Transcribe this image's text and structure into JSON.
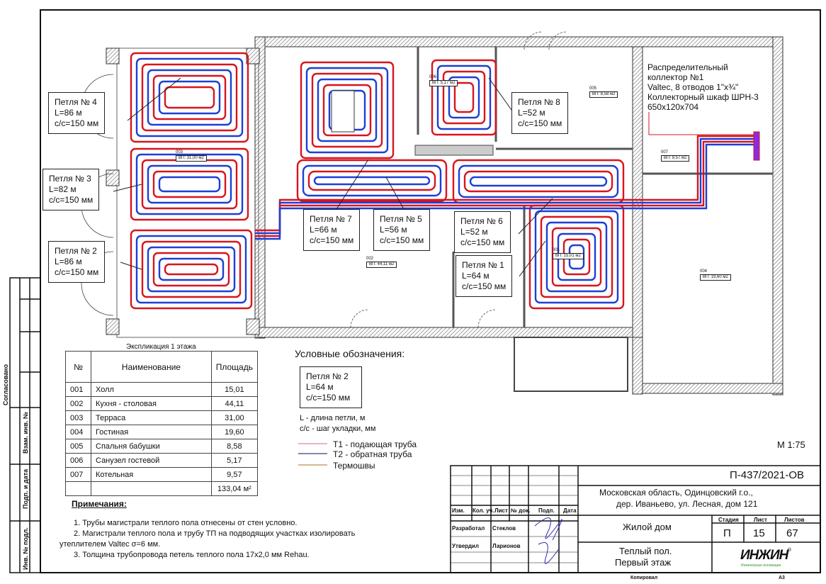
{
  "colors": {
    "supply": "#d8141e",
    "return": "#1c3fd6",
    "wall": "#555555",
    "frame": "#111111"
  },
  "loops": [
    {
      "id": "loop-4",
      "title": "Петля № 4",
      "length": "L=86 м",
      "step": "с/с=150 мм"
    },
    {
      "id": "loop-3",
      "title": "Петля № 3",
      "length": "L=82 м",
      "step": "с/с=150 мм"
    },
    {
      "id": "loop-2",
      "title": "Петля № 2",
      "length": "L=86 м",
      "step": "с/с=150 мм"
    },
    {
      "id": "loop-7",
      "title": "Петля № 7",
      "length": "L=66 м",
      "step": "с/с=150 мм"
    },
    {
      "id": "loop-5",
      "title": "Петля № 5",
      "length": "L=56 м",
      "step": "с/с=150 мм"
    },
    {
      "id": "loop-8",
      "title": "Петля № 8",
      "length": "L=52 м",
      "step": "с/с=150 мм"
    },
    {
      "id": "loop-6",
      "title": "Петля № 6",
      "length": "L=52 м",
      "step": "с/с=150 мм"
    },
    {
      "id": "loop-1",
      "title": "Петля № 1",
      "length": "L=64 м",
      "step": "с/с=150 мм"
    }
  ],
  "room_tags": [
    {
      "num": "003",
      "area": "ВП: 31,00 м2"
    },
    {
      "num": "006",
      "area": "ВП: 5,17 м2"
    },
    {
      "num": "005",
      "area": "ВП: 8,58 м2"
    },
    {
      "num": "007",
      "area": "ВП: 9,57 м2"
    },
    {
      "num": "002",
      "area": "ВП: 44,11 м2"
    },
    {
      "num": "001",
      "area": "ВП: 15,01 м2"
    },
    {
      "num": "004",
      "area": "ВП: 19,60 м2"
    }
  ],
  "collector": {
    "lines": [
      "Распределительный",
      "коллектор №1",
      "Valtec, 8 отводов 1\"х¾\"",
      "Коллекторный шкаф ШРН-3",
      "650х120х704"
    ]
  },
  "explication": {
    "title": "Экспликация 1 этажа",
    "headers": [
      "№",
      "Наименование",
      "Площадь"
    ],
    "rows": [
      [
        "001",
        "Холл",
        "15,01"
      ],
      [
        "002",
        "Кухня - столовая",
        "44,11"
      ],
      [
        "003",
        "Терраса",
        "31,00"
      ],
      [
        "004",
        "Гостиная",
        "19,60"
      ],
      [
        "005",
        "Спальня бабушки",
        "8,58"
      ],
      [
        "006",
        "Санузел гостевой",
        "5,17"
      ],
      [
        "007",
        "Котельная",
        "9,57"
      ]
    ],
    "total": "133,04 м²"
  },
  "legend": {
    "title": "Условные обозначения:",
    "sample": [
      "Петля № 2",
      "L=64 м",
      "с/с=150 мм"
    ],
    "explain": [
      "L - длина петли, м",
      "с/с - шаг укладки, мм"
    ],
    "items": [
      {
        "label": "Т1 - подающая труба",
        "color": "#d98a96"
      },
      {
        "label": "Т2 - обратная труба",
        "color": "#33457a"
      },
      {
        "label": "Термошвы",
        "color": "#b8924a"
      }
    ]
  },
  "notes": {
    "title": "Примечания:",
    "items": [
      "1.   Трубы магистрали теплого пола отнесены от стен условно.",
      "2.   Магистрали теплого пола и трубу ТП на подводящих участках изолировать",
      "утеплителем Valtec σ=6 мм.",
      "3.   Толщина трубопровода петель теплого пола 17х2,0 мм Rehau."
    ]
  },
  "scale": "М 1:75",
  "title_block": {
    "code": "П-437/2021-ОВ",
    "address": [
      "Московская область, Одинцовский г.о.,",
      "дер. Иваньево, ул. Лесная, дом 121"
    ],
    "headers": [
      "Изм.",
      "Кол. уч.",
      "Лист",
      "№ док.",
      "Подп.",
      "Дата"
    ],
    "roles": [
      {
        "role": "Разработал",
        "name": "Стеклов"
      },
      {
        "role": "Утвердил",
        "name": "Ларионов"
      }
    ],
    "object": "Жилой дом",
    "stage_headers": [
      "Стадия",
      "Лист",
      "Листов"
    ],
    "stage_values": [
      "П",
      "15",
      "67"
    ],
    "sheet_title": [
      "Теплый пол.",
      "Первый этаж"
    ],
    "logo": "ИНЖИН",
    "logo_sub": "Инженерные инновации",
    "copied": "Копировал",
    "format": "А3"
  },
  "side_stamps": [
    "Согласовано",
    "Взам. инв. №",
    "Подп. и дата",
    "Инв. № подл."
  ]
}
